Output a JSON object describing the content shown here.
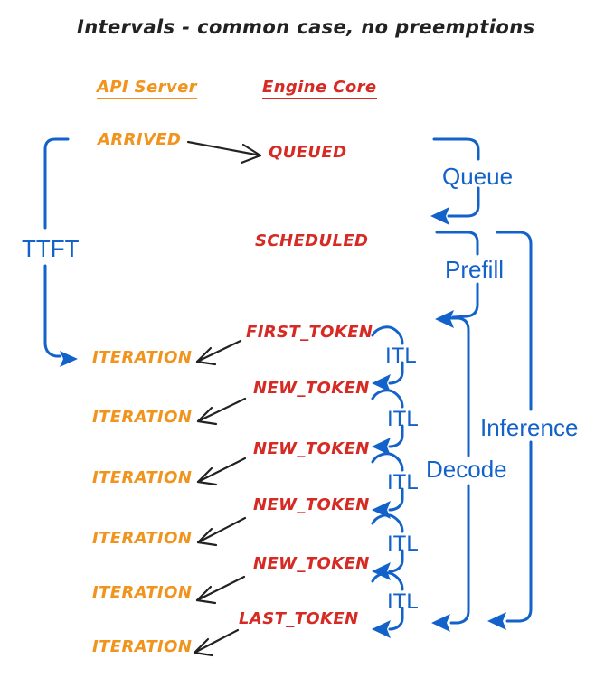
{
  "title": "Intervals - common case, no preemptions",
  "columns": {
    "api_server": "API Server",
    "engine_core": "Engine Core"
  },
  "api_events": {
    "arrived": "ARRIVED",
    "iterations": [
      "ITERATION",
      "ITERATION",
      "ITERATION",
      "ITERATION",
      "ITERATION",
      "ITERATION"
    ]
  },
  "engine_events": {
    "queued": "QUEUED",
    "scheduled": "SCHEDULED",
    "first_token": "FIRST_TOKEN",
    "new_tokens": [
      "NEW_TOKEN",
      "NEW_TOKEN",
      "NEW_TOKEN",
      "NEW_TOKEN"
    ],
    "last_token": "LAST_TOKEN"
  },
  "intervals": {
    "ttft": "TTFT",
    "queue": "Queue",
    "prefill": "Prefill",
    "decode": "Decode",
    "inference": "Inference",
    "itl_labels": [
      "ITL",
      "ITL",
      "ITL",
      "ITL",
      "ITL"
    ]
  },
  "colors": {
    "api_server": "#f0941e",
    "engine_core": "#d52b24",
    "interval_blue": "#1262c9",
    "arrow_black": "#222222"
  }
}
